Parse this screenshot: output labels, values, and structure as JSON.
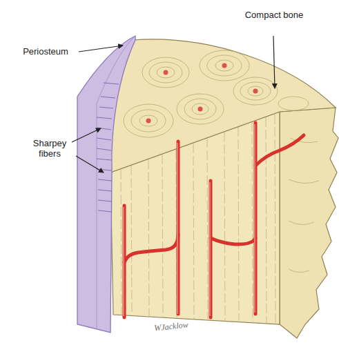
{
  "diagram": {
    "labels": [
      "Periosteum",
      "Compact bone",
      "Sharpey fibers",
      "WJacklow"
    ]
  }
}
